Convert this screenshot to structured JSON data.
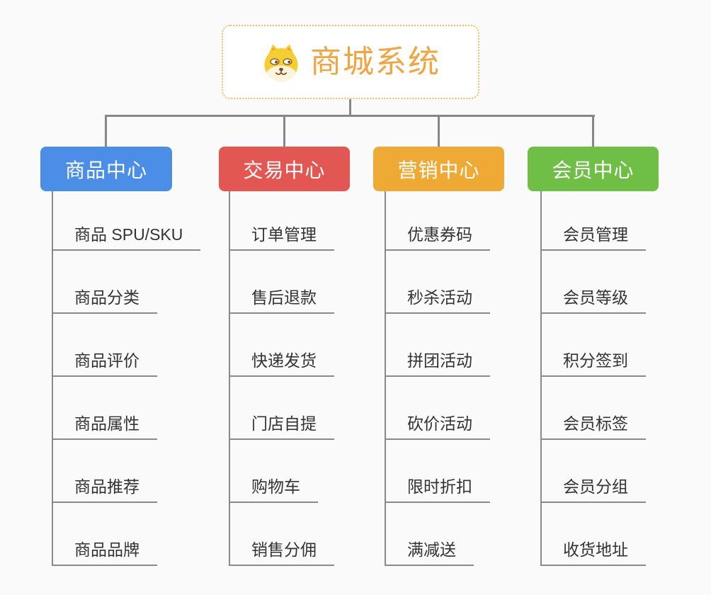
{
  "root": {
    "title": "商城系统",
    "icon": "shiba-dog-icon",
    "title_color": "#f2a43e",
    "border_color": "#f3bb5e"
  },
  "branches": [
    {
      "label": "商品中心",
      "color": "#4a8ee8",
      "children": [
        "商品 SPU/SKU",
        "商品分类",
        "商品评价",
        "商品属性",
        "商品推荐",
        "商品品牌"
      ]
    },
    {
      "label": "交易中心",
      "color": "#e25752",
      "children": [
        "订单管理",
        "售后退款",
        "快递发货",
        "门店自提",
        "购物车",
        "销售分佣"
      ]
    },
    {
      "label": "营销中心",
      "color": "#efa935",
      "children": [
        "优惠券码",
        "秒杀活动",
        "拼团活动",
        "砍价活动",
        "限时折扣",
        "满减送"
      ]
    },
    {
      "label": "会员中心",
      "color": "#6fbe46",
      "children": [
        "会员管理",
        "会员等级",
        "积分签到",
        "会员标签",
        "会员分组",
        "收货地址"
      ]
    }
  ],
  "style": {
    "connector_color": "#878787",
    "leaf_line_color": "#8a8a8a",
    "leaf_text_color": "#333333",
    "background": "#fafafa"
  }
}
